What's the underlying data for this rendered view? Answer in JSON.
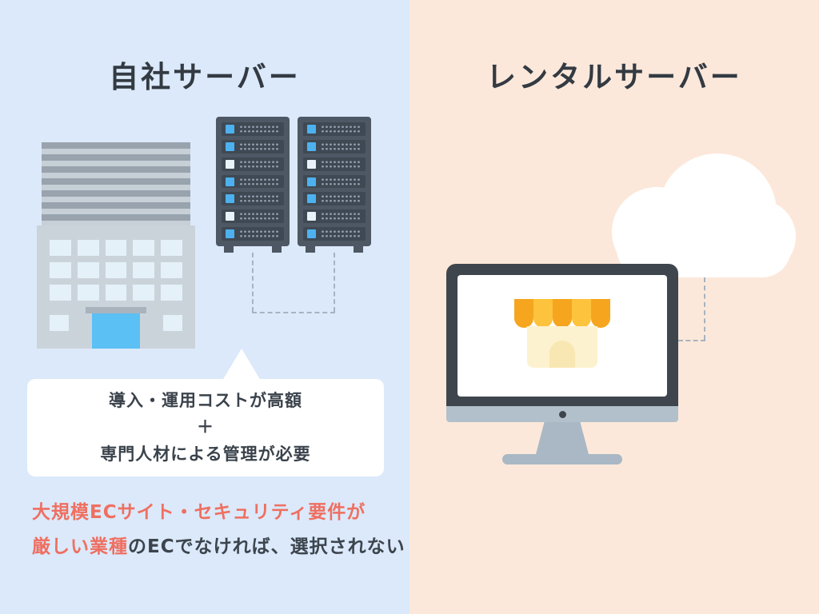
{
  "left": {
    "title": "自社サーバー",
    "bubble": {
      "line1": "導入・運用コストが高額",
      "plus": "＋",
      "line2": "専門人材による管理が必要"
    },
    "note": {
      "highlight1": "大規模ECサイト・セキュリティ要件が",
      "highlight2": "厳しい業種",
      "rest": "のECでなければ、選択されない"
    }
  },
  "right": {
    "title": "レンタルサーバー"
  },
  "colors": {
    "left_bg": "#dbe9fa",
    "right_bg": "#fce8da",
    "title_text": "#333a42",
    "body_text": "#3a424b",
    "highlight_text": "#ef6f60",
    "bubble_bg": "#ffffff",
    "server_body": "#4e5864",
    "led_blue": "#4db1ef",
    "door_blue": "#5bc0f4",
    "awning_orange": "#f6a51f",
    "awning_amber": "#fec33c",
    "monitor_frame": "#3e454d"
  },
  "icons": [
    "building-icon",
    "server-rack-icon",
    "cloud-icon",
    "monitor-icon",
    "storefront-icon"
  ]
}
